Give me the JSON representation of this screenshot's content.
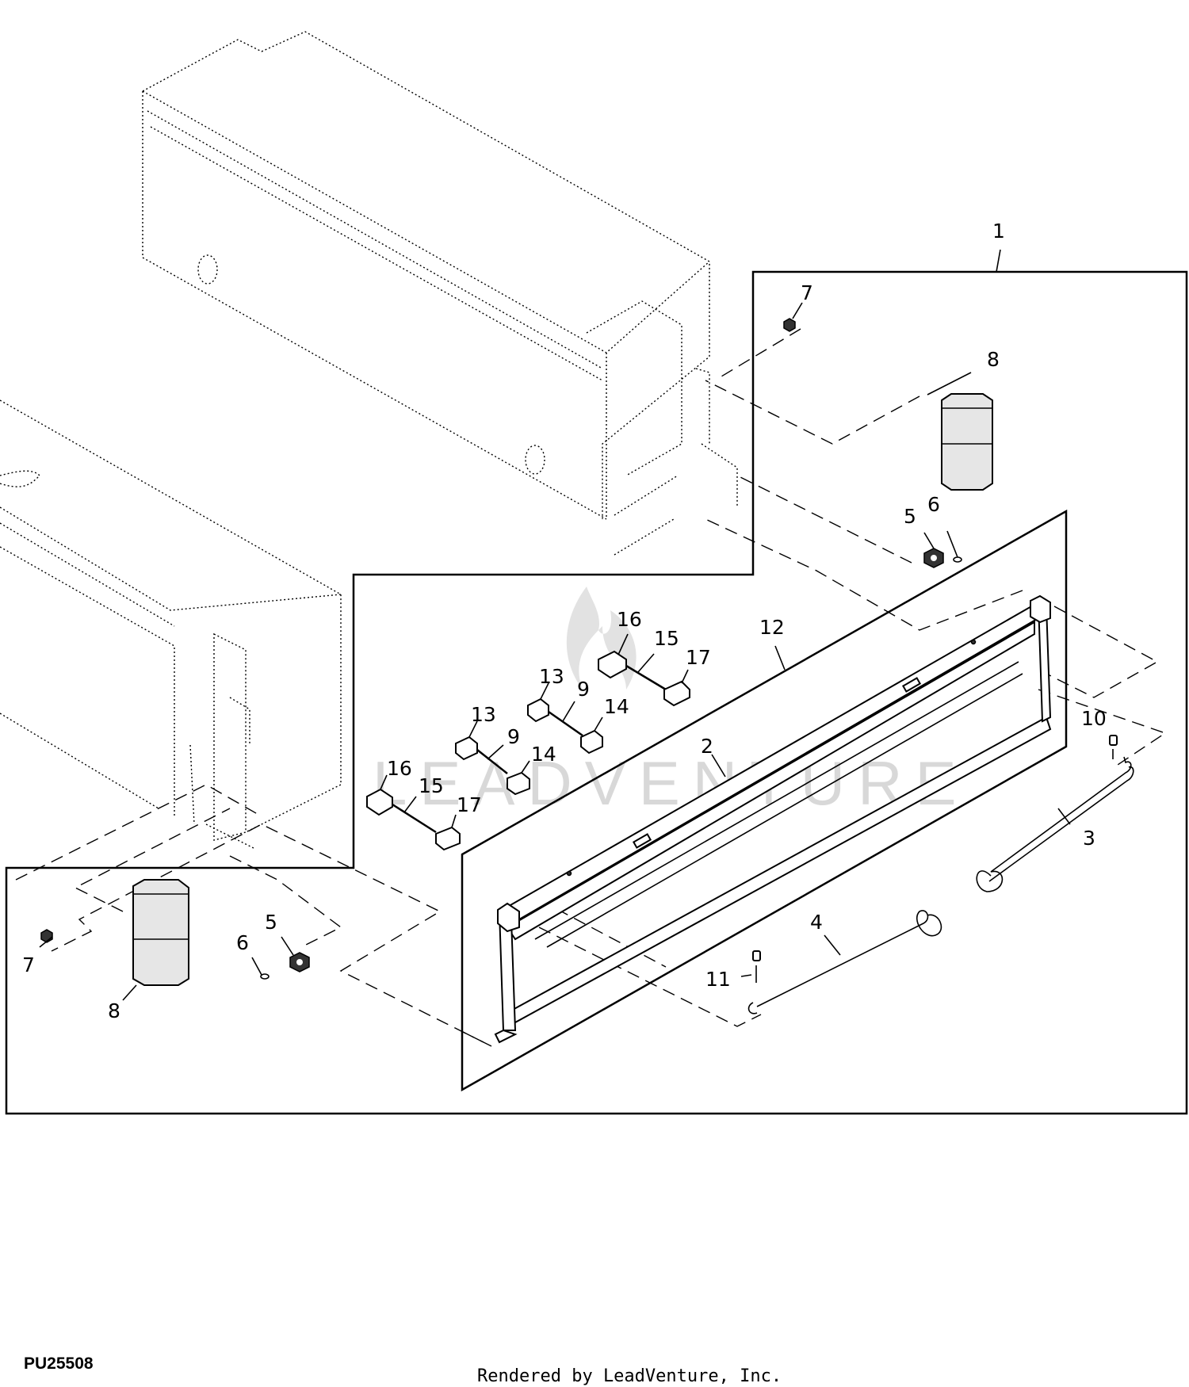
{
  "diagram": {
    "figure_code": "PU25508",
    "rendered_by": "Rendered by LeadVenture, Inc.",
    "watermark": "LEADVENTURE",
    "callouts": [
      {
        "id": "c1",
        "text": "1"
      },
      {
        "id": "c7a",
        "text": "7"
      },
      {
        "id": "c8a",
        "text": "8"
      },
      {
        "id": "c5a",
        "text": "5"
      },
      {
        "id": "c6a",
        "text": "6"
      },
      {
        "id": "c12",
        "text": "12"
      },
      {
        "id": "c16a",
        "text": "16"
      },
      {
        "id": "c15a",
        "text": "15"
      },
      {
        "id": "c17a",
        "text": "17"
      },
      {
        "id": "c13a",
        "text": "13"
      },
      {
        "id": "c9a",
        "text": "9"
      },
      {
        "id": "c14a",
        "text": "14"
      },
      {
        "id": "c13b",
        "text": "13"
      },
      {
        "id": "c9b",
        "text": "9"
      },
      {
        "id": "c14b",
        "text": "14"
      },
      {
        "id": "c16b",
        "text": "16"
      },
      {
        "id": "c15b",
        "text": "15"
      },
      {
        "id": "c17b",
        "text": "17"
      },
      {
        "id": "c2",
        "text": "2"
      },
      {
        "id": "c10",
        "text": "10"
      },
      {
        "id": "c3",
        "text": "3"
      },
      {
        "id": "c4",
        "text": "4"
      },
      {
        "id": "c11",
        "text": "11"
      },
      {
        "id": "c7b",
        "text": "7"
      },
      {
        "id": "c8b",
        "text": "8"
      },
      {
        "id": "c5b",
        "text": "5"
      },
      {
        "id": "c6b",
        "text": "6"
      }
    ]
  }
}
